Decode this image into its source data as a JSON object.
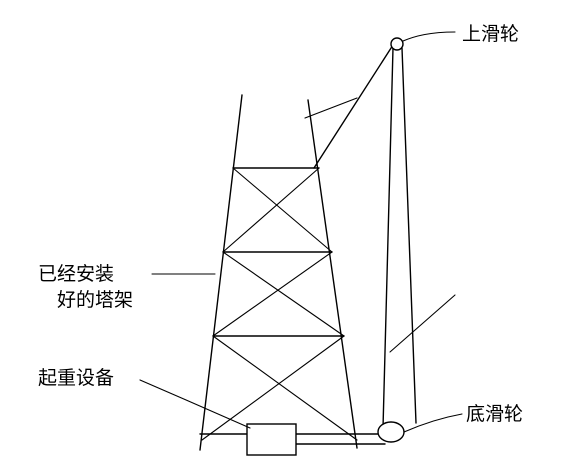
{
  "labels": {
    "top_pulley": "上滑轮",
    "installed_tower_line1": "已经安装",
    "installed_tower_line2": "好的塔架",
    "lifting_equipment": "起重设备",
    "bottom_pulley": "底滑轮"
  }
}
